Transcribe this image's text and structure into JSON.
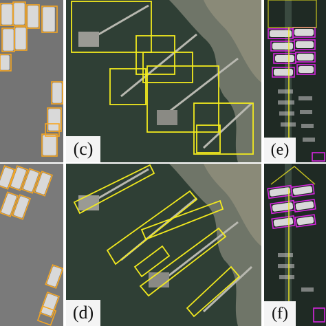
{
  "figure": {
    "panels": [
      {
        "id": "a",
        "label": ""
      },
      {
        "id": "c",
        "label": "(c)"
      },
      {
        "id": "e",
        "label": "(e)"
      },
      {
        "id": "b",
        "label": ""
      },
      {
        "id": "d",
        "label": "(d)"
      },
      {
        "id": "f",
        "label": "(f)"
      }
    ]
  },
  "colors": {
    "background": "#ffffff",
    "label_background": "#f4f4f4",
    "bus_box": "#f5a623",
    "dock_box": "#f2ea1e",
    "boat_box": "#d726e0",
    "parking_lot": "#777777",
    "water": "#2f3f35",
    "shore": "#8a8a78"
  },
  "icons": [
    "aerial-image-parking",
    "aerial-image-harbor",
    "aerial-image-marina"
  ]
}
